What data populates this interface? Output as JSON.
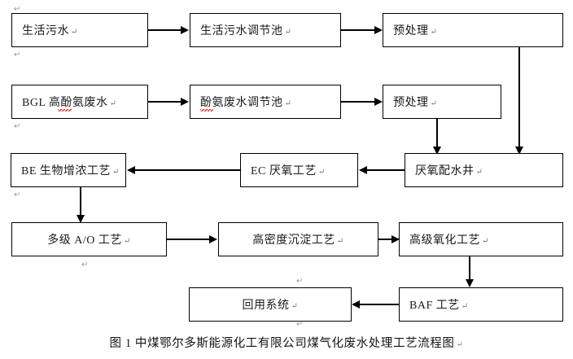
{
  "figure": {
    "caption": "图 1 中煤鄂尔多斯能源化工有限公司煤气化废水处理工艺流程图",
    "pilcrow": "↵",
    "line_color": "#000000",
    "box_fill": "#ffffff",
    "text_color": "#1a1a1a",
    "spellcheck_underline_color": "#e03030"
  },
  "nodes": [
    {
      "id": "domestic-sewage",
      "label": "生活污水"
    },
    {
      "id": "domestic-sewage-tank",
      "label": "生活污水调节池"
    },
    {
      "id": "pretreatment-1",
      "label": "预处理"
    },
    {
      "id": "bgl-phenol-ammonia",
      "label": "BGL 高酚氨废水"
    },
    {
      "id": "phenol-ammonia-tank",
      "label": "酚氨废水调节池"
    },
    {
      "id": "pretreatment-2",
      "label": "预处理"
    },
    {
      "id": "be-bio-thickening",
      "label": "BE 生物增浓工艺"
    },
    {
      "id": "ec-anaerobic",
      "label": "EC 厌氧工艺"
    },
    {
      "id": "anaerobic-water-well",
      "label": "厌氧配水井"
    },
    {
      "id": "multistage-ao",
      "label": "多级 A/O 工艺"
    },
    {
      "id": "high-density-settling",
      "label": "高密度沉淀工艺"
    },
    {
      "id": "advanced-oxidation",
      "label": "高级氧化工艺"
    },
    {
      "id": "baf-process",
      "label": "BAF 工艺"
    },
    {
      "id": "reuse-system",
      "label": "回用系统"
    }
  ],
  "edges": [
    {
      "from": "domestic-sewage",
      "to": "domestic-sewage-tank",
      "direction": "right"
    },
    {
      "from": "domestic-sewage-tank",
      "to": "pretreatment-1",
      "direction": "right"
    },
    {
      "from": "bgl-phenol-ammonia",
      "to": "phenol-ammonia-tank",
      "direction": "right"
    },
    {
      "from": "phenol-ammonia-tank",
      "to": "pretreatment-2",
      "direction": "right"
    },
    {
      "from": "pretreatment-1",
      "to": "anaerobic-water-well",
      "direction": "down"
    },
    {
      "from": "pretreatment-2",
      "to": "anaerobic-water-well",
      "direction": "down"
    },
    {
      "from": "anaerobic-water-well",
      "to": "ec-anaerobic",
      "direction": "left"
    },
    {
      "from": "ec-anaerobic",
      "to": "be-bio-thickening",
      "direction": "left"
    },
    {
      "from": "be-bio-thickening",
      "to": "multistage-ao",
      "direction": "down"
    },
    {
      "from": "multistage-ao",
      "to": "high-density-settling",
      "direction": "right"
    },
    {
      "from": "high-density-settling",
      "to": "advanced-oxidation",
      "direction": "right"
    },
    {
      "from": "advanced-oxidation",
      "to": "baf-process",
      "direction": "down"
    },
    {
      "from": "baf-process",
      "to": "reuse-system",
      "direction": "left"
    }
  ],
  "stray_marks": [
    "↵",
    "↵",
    "↵",
    "↵",
    "↵",
    "↵",
    "↵"
  ]
}
